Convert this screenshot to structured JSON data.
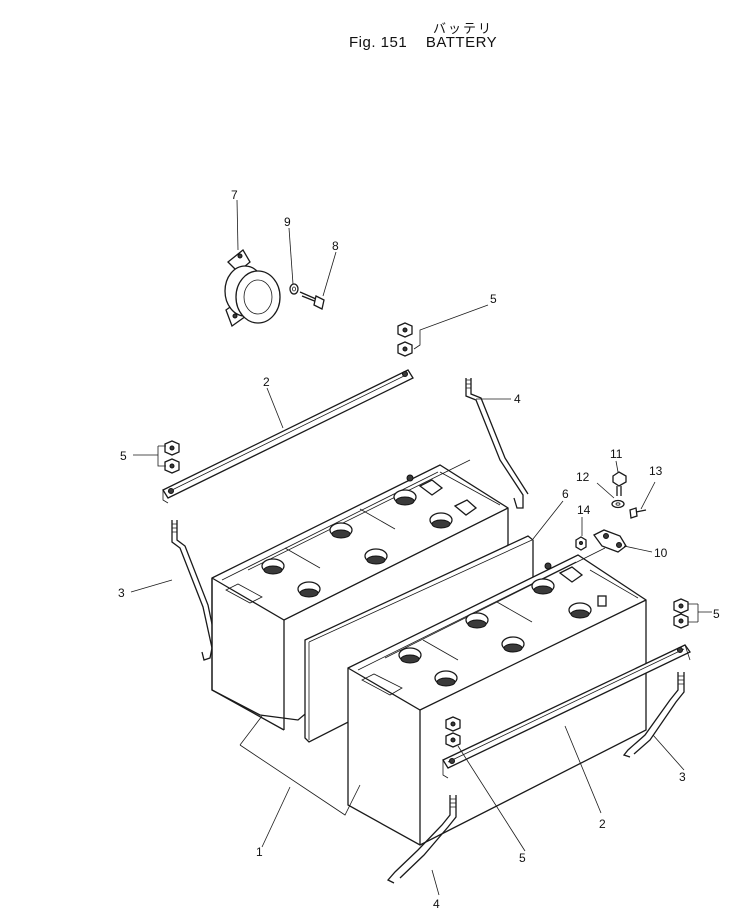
{
  "title": {
    "japanese": "バッテリ",
    "figure": "Fig. 151",
    "name": "BATTERY"
  },
  "callouts": [
    "1",
    "2",
    "3",
    "4",
    "5",
    "6",
    "7",
    "8",
    "9",
    "10",
    "11",
    "12",
    "13",
    "14"
  ]
}
